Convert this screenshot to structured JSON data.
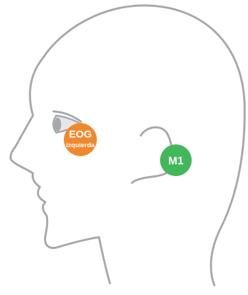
{
  "colors": {
    "outline": "#a6a8ab",
    "eye_fill": "#e6e7e8",
    "background": "#ffffff"
  },
  "icons": {
    "head": "head-profile-icon",
    "eye": "eye-icon",
    "ear": "ear-icon"
  },
  "electrodes": {
    "eog": {
      "title": "EOG",
      "subtitle": "izquierda",
      "color": "#f0892e"
    },
    "m1": {
      "title": "M1",
      "color": "#43b85a"
    }
  }
}
